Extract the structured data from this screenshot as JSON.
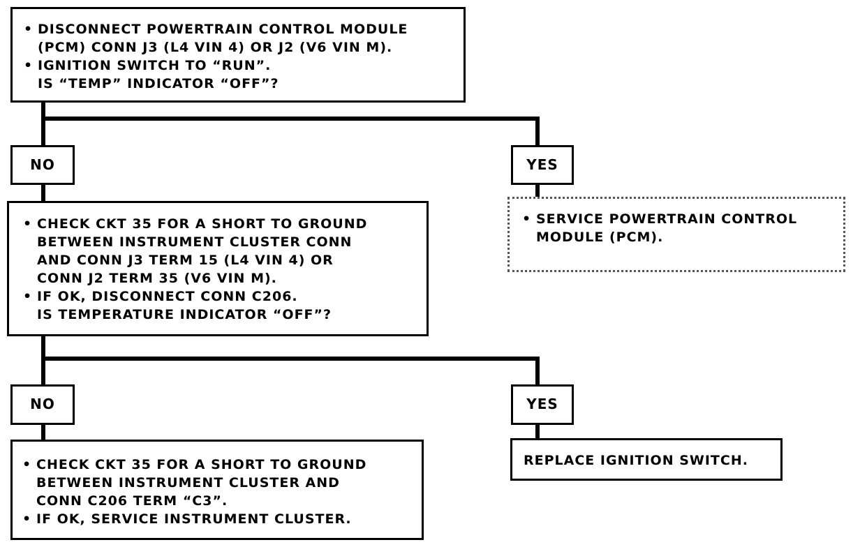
{
  "step1": {
    "lines": [
      {
        "bullet": "•",
        "text": "DISCONNECT POWERTRAIN CONTROL MODULE"
      },
      {
        "bullet": "",
        "text": "(PCM) CONN J3 (L4 VIN 4) OR J2 (V6 VIN M)."
      },
      {
        "bullet": "•",
        "text": "IGNITION SWITCH TO “RUN”."
      },
      {
        "bullet": "",
        "text": "IS “TEMP” INDICATOR “OFF”?"
      }
    ]
  },
  "branch1": {
    "no_label": "NO",
    "yes_label": "YES"
  },
  "yes1_action": {
    "lines": [
      {
        "bullet": "•",
        "text": "SERVICE POWERTRAIN CONTROL"
      },
      {
        "bullet": "",
        "text": "MODULE (PCM)."
      }
    ]
  },
  "step2": {
    "lines": [
      {
        "bullet": "•",
        "text": "CHECK CKT 35 FOR A SHORT TO GROUND"
      },
      {
        "bullet": "",
        "text": "BETWEEN INSTRUMENT CLUSTER CONN"
      },
      {
        "bullet": "",
        "text": "AND CONN J3 TERM 15 (L4 VIN 4) OR"
      },
      {
        "bullet": "",
        "text": "CONN J2 TERM 35 (V6 VIN M)."
      },
      {
        "bullet": "•",
        "text": "IF OK, DISCONNECT CONN C206."
      },
      {
        "bullet": "",
        "text": "IS TEMPERATURE INDICATOR “OFF”?"
      }
    ]
  },
  "branch2": {
    "no_label": "NO",
    "yes_label": "YES"
  },
  "no2_action": {
    "lines": [
      {
        "bullet": "•",
        "text": "CHECK CKT 35 FOR A SHORT TO GROUND"
      },
      {
        "bullet": "",
        "text": "BETWEEN INSTRUMENT CLUSTER AND"
      },
      {
        "bullet": "",
        "text": "CONN C206 TERM “C3”."
      },
      {
        "bullet": "•",
        "text": "IF OK, SERVICE INSTRUMENT CLUSTER."
      }
    ]
  },
  "yes2_action": {
    "text": "REPLACE IGNITION SWITCH."
  },
  "colors": {
    "line": "#000000",
    "background": "#ffffff",
    "dotted_border": "#555555"
  }
}
